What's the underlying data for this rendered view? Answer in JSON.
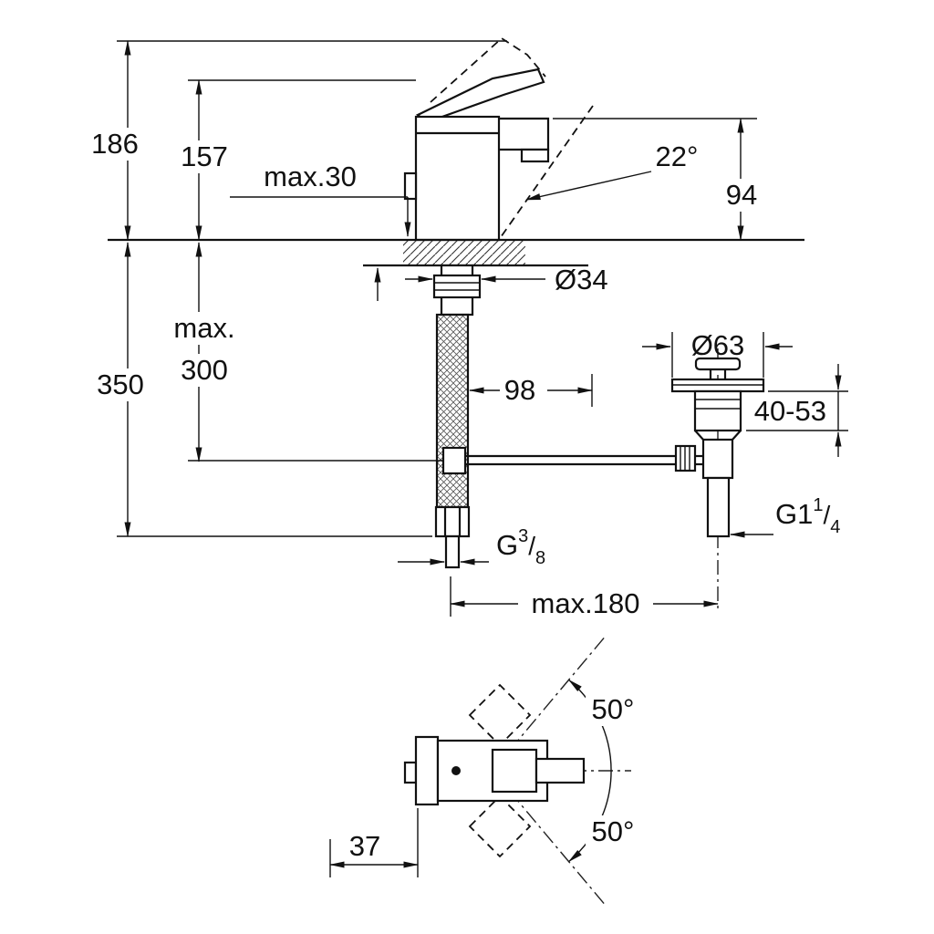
{
  "drawing": {
    "type": "faucet-installation-dimension-drawing",
    "line_color": "#111111",
    "background": "#ffffff"
  },
  "labels": {
    "height_total": "186",
    "height_to_lever": "157",
    "deck_max": "max.30",
    "spout_angle": "22°",
    "spout_height": "94",
    "hole_diameter": "Ø34",
    "below_max_word": "max.",
    "below_max_value": "300",
    "below_total": "350",
    "rod_length": "98",
    "waste_flange_diameter": "Ø63",
    "waste_height_range": "40-53",
    "waste_thread_prefix": "G1",
    "waste_thread_num": "1",
    "waste_thread_slash": "/",
    "waste_thread_den": "4",
    "supply_thread_prefix": "G",
    "supply_thread_num": "3",
    "supply_thread_slash": "/",
    "supply_thread_den": "8",
    "reach_max": "max.180",
    "swivel_upper": "50°",
    "swivel_lower": "50°",
    "lever_offset": "37"
  }
}
